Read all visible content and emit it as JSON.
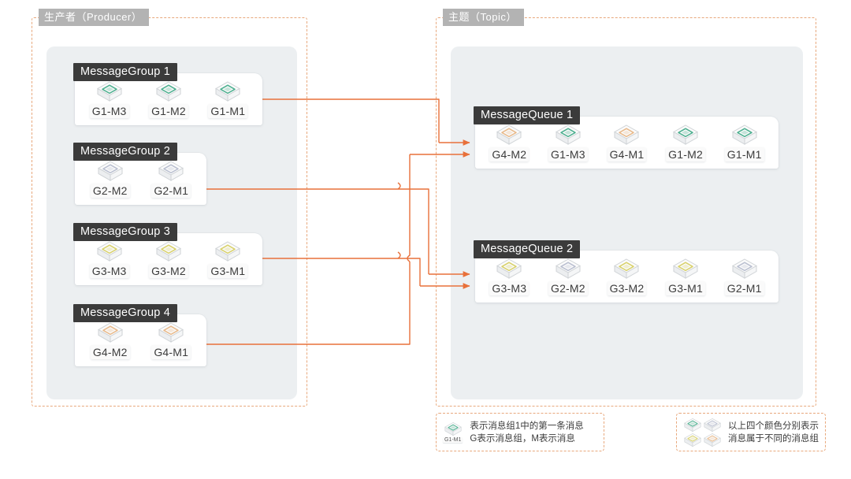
{
  "zones": {
    "producer": {
      "label": "生产者（Producer）"
    },
    "topic": {
      "label": "主题（Topic）"
    }
  },
  "colors": {
    "accent_line": "#e8703a",
    "zone_border": "#e8a87c",
    "zone_label_bg": "#b3b3b3",
    "card_title_bg": "#3b3b3b",
    "inner_panel_bg": "#eceff1",
    "g1": "#4caf8f",
    "g2": "#b9bfd0",
    "g3": "#d8d16a",
    "g4": "#e8b98a"
  },
  "producer_groups": [
    {
      "title": "MessageGroup 1",
      "messages": [
        {
          "label": "G1-M3",
          "group": "g1",
          "icon": "message-cube-icon"
        },
        {
          "label": "G1-M2",
          "group": "g1",
          "icon": "message-cube-icon"
        },
        {
          "label": "G1-M1",
          "group": "g1",
          "icon": "message-cube-icon"
        }
      ]
    },
    {
      "title": "MessageGroup 2",
      "messages": [
        {
          "label": "G2-M2",
          "group": "g2",
          "icon": "message-cube-icon"
        },
        {
          "label": "G2-M1",
          "group": "g2",
          "icon": "message-cube-icon"
        }
      ]
    },
    {
      "title": "MessageGroup 3",
      "messages": [
        {
          "label": "G3-M3",
          "group": "g3",
          "icon": "message-cube-icon"
        },
        {
          "label": "G3-M2",
          "group": "g3",
          "icon": "message-cube-icon"
        },
        {
          "label": "G3-M1",
          "group": "g3",
          "icon": "message-cube-icon"
        }
      ]
    },
    {
      "title": "MessageGroup 4",
      "messages": [
        {
          "label": "G4-M2",
          "group": "g4",
          "icon": "message-cube-icon"
        },
        {
          "label": "G4-M1",
          "group": "g4",
          "icon": "message-cube-icon"
        }
      ]
    }
  ],
  "topic_queues": [
    {
      "title": "MessageQueue 1",
      "messages": [
        {
          "label": "G4-M2",
          "group": "g4",
          "icon": "message-cube-icon"
        },
        {
          "label": "G1-M3",
          "group": "g1",
          "icon": "message-cube-icon"
        },
        {
          "label": "G4-M1",
          "group": "g4",
          "icon": "message-cube-icon"
        },
        {
          "label": "G1-M2",
          "group": "g1",
          "icon": "message-cube-icon"
        },
        {
          "label": "G1-M1",
          "group": "g1",
          "icon": "message-cube-icon"
        }
      ]
    },
    {
      "title": "MessageQueue 2",
      "messages": [
        {
          "label": "G3-M3",
          "group": "g3",
          "icon": "message-cube-icon"
        },
        {
          "label": "G2-M2",
          "group": "g2",
          "icon": "message-cube-icon"
        },
        {
          "label": "G3-M2",
          "group": "g3",
          "icon": "message-cube-icon"
        },
        {
          "label": "G3-M1",
          "group": "g3",
          "icon": "message-cube-icon"
        },
        {
          "label": "G2-M1",
          "group": "g2",
          "icon": "message-cube-icon"
        }
      ]
    }
  ],
  "legends": {
    "sample": {
      "icon_label": "G1-M1",
      "line1": "表示消息组1中的第一条消息",
      "line2": "G表示消息组，M表示消息"
    },
    "colors": {
      "line1": "以上四个颜色分别表示",
      "line2": "消息属于不同的消息组",
      "swatches": [
        "g1",
        "g2",
        "g3",
        "g4"
      ]
    }
  }
}
